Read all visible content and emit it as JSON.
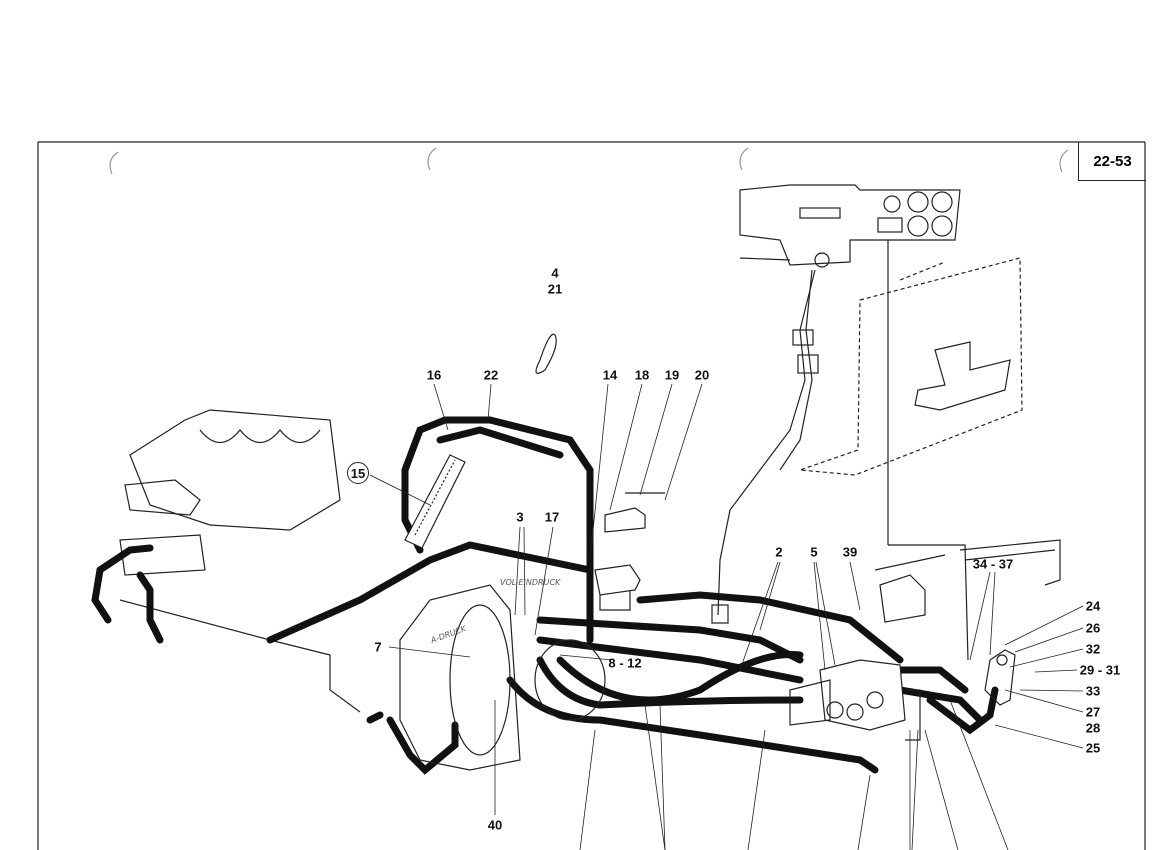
{
  "page_number": "22-53",
  "callouts": {
    "c4": "4",
    "c21": "21",
    "c16": "16",
    "c22": "22",
    "c14": "14",
    "c18": "18",
    "c19": "19",
    "c20": "20",
    "c15": "15",
    "c3": "3",
    "c17": "17",
    "c2": "2",
    "c5": "5",
    "c39": "39",
    "c34_37": "34 - 37",
    "c24": "24",
    "c26": "26",
    "c32": "32",
    "c29_31": "29 - 31",
    "c33": "33",
    "c27": "27",
    "c28": "28",
    "c25": "25",
    "c7": "7",
    "c8_12": "8 - 12",
    "c40": "40"
  },
  "handwritten": {
    "note1": "VOL-EINDRUCK",
    "note2": "A-DRUCK"
  }
}
